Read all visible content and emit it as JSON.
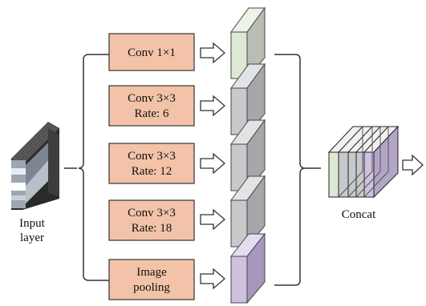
{
  "input": {
    "label_lines": [
      "Input",
      "layer"
    ]
  },
  "branches": [
    {
      "lines": [
        "Conv 1×1"
      ],
      "color": "#dfe8d4"
    },
    {
      "lines": [
        "Conv 3×3",
        "Rate: 6"
      ],
      "color": "#c8c9cb"
    },
    {
      "lines": [
        "Conv 3×3",
        "Rate: 12"
      ],
      "color": "#c8c9cb"
    },
    {
      "lines": [
        "Conv 3×3",
        "Rate: 18"
      ],
      "color": "#c8c9cb"
    },
    {
      "lines": [
        "Image",
        "pooling"
      ],
      "color": "#cfc1e0"
    }
  ],
  "concat": {
    "label": "Concat"
  },
  "colors": {
    "box_fill": "#f2c3a8",
    "box_stroke": "#333333",
    "line": "#333333"
  }
}
